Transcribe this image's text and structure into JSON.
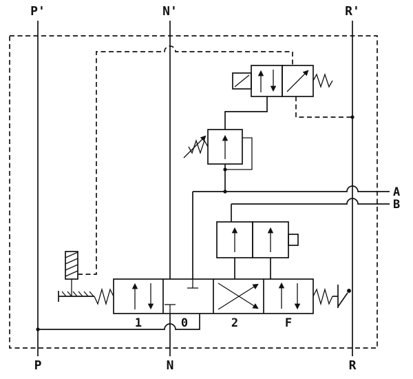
{
  "labels": {
    "top": {
      "p": "P'",
      "n": "N'",
      "r": "R'"
    },
    "bottom": {
      "p": "P",
      "n": "N",
      "r": "R"
    },
    "ports": {
      "a": "A",
      "b": "B"
    },
    "positions": {
      "pos1": "1",
      "pos0": "0",
      "pos2": "2",
      "posF": "F"
    }
  },
  "colors": {
    "line": "#111111",
    "background": "#ffffff"
  }
}
